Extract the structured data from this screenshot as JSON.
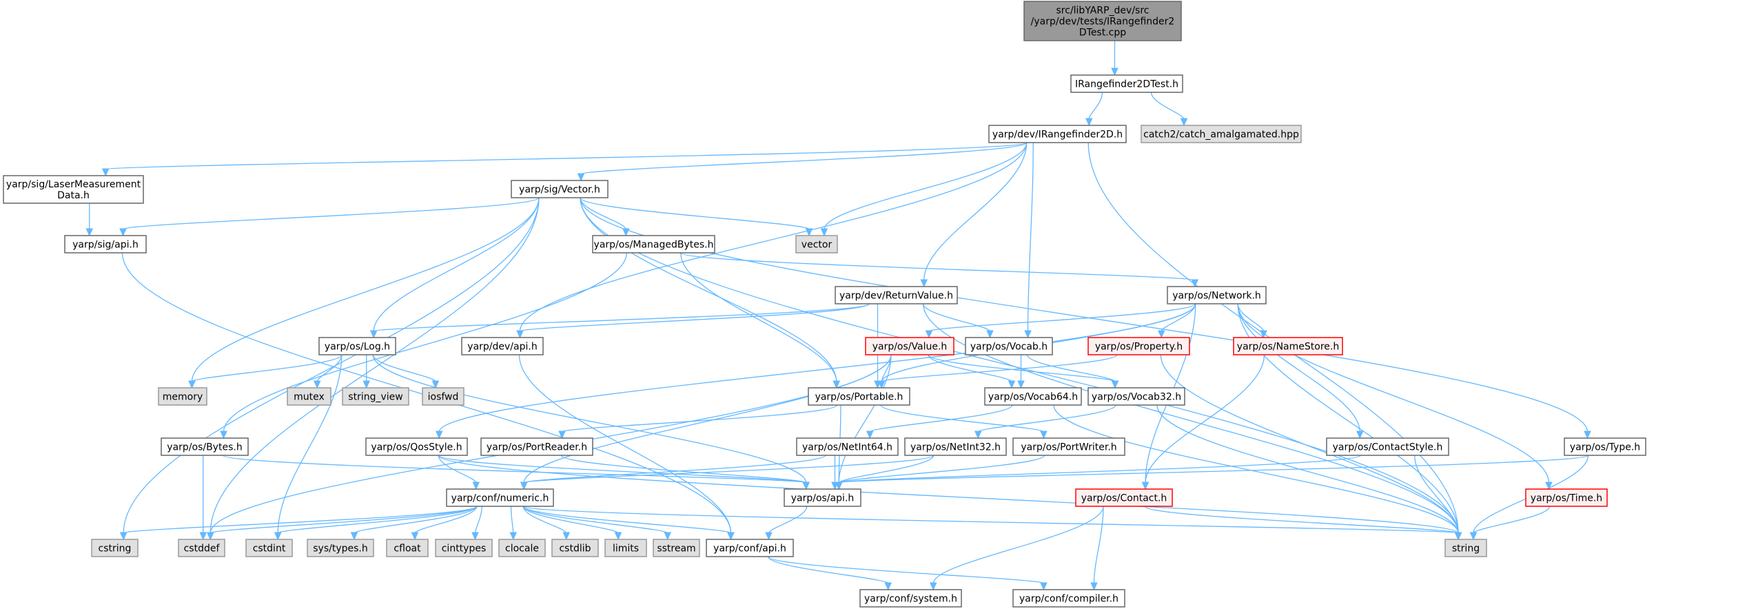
{
  "title": "Include dependency graph for IRangefinder2DTest.cpp",
  "colors": {
    "edge": "#63b8ff",
    "root_fill": "#999999",
    "plain_fill": "#ffffff",
    "system_fill": "#e0e0e0",
    "truncated_fill": "#fff0f0",
    "truncated_stroke": "#ff0000"
  },
  "nodes": [
    {
      "id": "root",
      "label": [
        "src/libYARP_dev/src",
        "/yarp/dev/tests/IRangefinder2",
        "DTest.cpp"
      ],
      "kind": "root"
    },
    {
      "id": "test_h",
      "label": [
        "IRangefinder2DTest.h"
      ],
      "kind": "plain"
    },
    {
      "id": "irange",
      "label": [
        "yarp/dev/IRangefinder2D.h"
      ],
      "kind": "plain"
    },
    {
      "id": "catch2",
      "label": [
        "catch2/catch_amalgamated.hpp"
      ],
      "kind": "system"
    },
    {
      "id": "laser",
      "label": [
        "yarp/sig/LaserMeasurement",
        "Data.h"
      ],
      "kind": "plain"
    },
    {
      "id": "sigapi",
      "label": [
        "yarp/sig/api.h"
      ],
      "kind": "plain"
    },
    {
      "id": "vector_h",
      "label": [
        "yarp/sig/Vector.h"
      ],
      "kind": "plain"
    },
    {
      "id": "vector",
      "label": [
        "vector"
      ],
      "kind": "system"
    },
    {
      "id": "managed",
      "label": [
        "yarp/os/ManagedBytes.h"
      ],
      "kind": "plain"
    },
    {
      "id": "retval",
      "label": [
        "yarp/dev/ReturnValue.h"
      ],
      "kind": "plain"
    },
    {
      "id": "network",
      "label": [
        "yarp/os/Network.h"
      ],
      "kind": "plain"
    },
    {
      "id": "log",
      "label": [
        "yarp/os/Log.h"
      ],
      "kind": "plain"
    },
    {
      "id": "devapi",
      "label": [
        "yarp/dev/api.h"
      ],
      "kind": "plain"
    },
    {
      "id": "value",
      "label": [
        "yarp/os/Value.h"
      ],
      "kind": "truncated"
    },
    {
      "id": "vocab",
      "label": [
        "yarp/os/Vocab.h"
      ],
      "kind": "plain"
    },
    {
      "id": "property",
      "label": [
        "yarp/os/Property.h"
      ],
      "kind": "truncated"
    },
    {
      "id": "namestore",
      "label": [
        "yarp/os/NameStore.h"
      ],
      "kind": "truncated"
    },
    {
      "id": "memory",
      "label": [
        "memory"
      ],
      "kind": "system"
    },
    {
      "id": "mutex",
      "label": [
        "mutex"
      ],
      "kind": "system"
    },
    {
      "id": "string_view",
      "label": [
        "string_view"
      ],
      "kind": "system"
    },
    {
      "id": "iosfwd",
      "label": [
        "iosfwd"
      ],
      "kind": "system"
    },
    {
      "id": "portable",
      "label": [
        "yarp/os/Portable.h"
      ],
      "kind": "plain"
    },
    {
      "id": "vocab64",
      "label": [
        "yarp/os/Vocab64.h"
      ],
      "kind": "plain"
    },
    {
      "id": "vocab32",
      "label": [
        "yarp/os/Vocab32.h"
      ],
      "kind": "plain"
    },
    {
      "id": "bytes",
      "label": [
        "yarp/os/Bytes.h"
      ],
      "kind": "plain"
    },
    {
      "id": "qos",
      "label": [
        "yarp/os/QosStyle.h"
      ],
      "kind": "plain"
    },
    {
      "id": "portreader",
      "label": [
        "yarp/os/PortReader.h"
      ],
      "kind": "plain"
    },
    {
      "id": "netint64",
      "label": [
        "yarp/os/NetInt64.h"
      ],
      "kind": "plain"
    },
    {
      "id": "netint32",
      "label": [
        "yarp/os/NetInt32.h"
      ],
      "kind": "plain"
    },
    {
      "id": "portwriter",
      "label": [
        "yarp/os/PortWriter.h"
      ],
      "kind": "plain"
    },
    {
      "id": "contactstyle",
      "label": [
        "yarp/os/ContactStyle.h"
      ],
      "kind": "plain"
    },
    {
      "id": "type",
      "label": [
        "yarp/os/Type.h"
      ],
      "kind": "plain"
    },
    {
      "id": "numeric",
      "label": [
        "yarp/conf/numeric.h"
      ],
      "kind": "plain"
    },
    {
      "id": "osapi",
      "label": [
        "yarp/os/api.h"
      ],
      "kind": "plain"
    },
    {
      "id": "contact",
      "label": [
        "yarp/os/Contact.h"
      ],
      "kind": "truncated"
    },
    {
      "id": "time",
      "label": [
        "yarp/os/Time.h"
      ],
      "kind": "truncated"
    },
    {
      "id": "cstring",
      "label": [
        "cstring"
      ],
      "kind": "system"
    },
    {
      "id": "cstddef",
      "label": [
        "cstddef"
      ],
      "kind": "system"
    },
    {
      "id": "cstdint",
      "label": [
        "cstdint"
      ],
      "kind": "system"
    },
    {
      "id": "systypes",
      "label": [
        "sys/types.h"
      ],
      "kind": "system"
    },
    {
      "id": "cfloat",
      "label": [
        "cfloat"
      ],
      "kind": "system"
    },
    {
      "id": "cinttypes",
      "label": [
        "cinttypes"
      ],
      "kind": "system"
    },
    {
      "id": "clocale",
      "label": [
        "clocale"
      ],
      "kind": "system"
    },
    {
      "id": "cstdlib",
      "label": [
        "cstdlib"
      ],
      "kind": "system"
    },
    {
      "id": "limits",
      "label": [
        "limits"
      ],
      "kind": "system"
    },
    {
      "id": "sstream",
      "label": [
        "sstream"
      ],
      "kind": "system"
    },
    {
      "id": "confapi",
      "label": [
        "yarp/conf/api.h"
      ],
      "kind": "plain"
    },
    {
      "id": "string",
      "label": [
        "string"
      ],
      "kind": "system"
    },
    {
      "id": "system",
      "label": [
        "yarp/conf/system.h"
      ],
      "kind": "plain"
    },
    {
      "id": "compiler",
      "label": [
        "yarp/conf/compiler.h"
      ],
      "kind": "plain"
    }
  ],
  "edges": [
    [
      "root",
      "test_h"
    ],
    [
      "test_h",
      "irange"
    ],
    [
      "test_h",
      "catch2"
    ],
    [
      "irange",
      "laser"
    ],
    [
      "irange",
      "vector_h"
    ],
    [
      "irange",
      "vector"
    ],
    [
      "irange",
      "devapi"
    ],
    [
      "irange",
      "retval"
    ],
    [
      "irange",
      "vocab"
    ],
    [
      "irange",
      "string"
    ],
    [
      "laser",
      "sigapi"
    ],
    [
      "sigapi",
      "confapi"
    ],
    [
      "vector_h",
      "sigapi"
    ],
    [
      "vector_h",
      "managed"
    ],
    [
      "vector_h",
      "vector"
    ],
    [
      "vector_h",
      "log"
    ],
    [
      "vector_h",
      "portable"
    ],
    [
      "vector_h",
      "cstring"
    ],
    [
      "vector_h",
      "cstddef"
    ],
    [
      "vector_h",
      "memory"
    ],
    [
      "vector_h",
      "type"
    ],
    [
      "vector_h",
      "string"
    ],
    [
      "managed",
      "bytes"
    ],
    [
      "managed",
      "portable"
    ],
    [
      "managed",
      "network"
    ],
    [
      "retval",
      "log"
    ],
    [
      "retval",
      "devapi"
    ],
    [
      "retval",
      "vocab"
    ],
    [
      "retval",
      "portable"
    ],
    [
      "retval",
      "string"
    ],
    [
      "network",
      "value"
    ],
    [
      "network",
      "property"
    ],
    [
      "network",
      "namestore"
    ],
    [
      "network",
      "portable"
    ],
    [
      "network",
      "qos"
    ],
    [
      "network",
      "contactstyle"
    ],
    [
      "network",
      "contact"
    ],
    [
      "network",
      "time"
    ],
    [
      "network",
      "string"
    ],
    [
      "log",
      "memory"
    ],
    [
      "log",
      "mutex"
    ],
    [
      "log",
      "string_view"
    ],
    [
      "log",
      "iosfwd"
    ],
    [
      "log",
      "cstdint"
    ],
    [
      "log",
      "osapi"
    ],
    [
      "devapi",
      "confapi"
    ],
    [
      "value",
      "portable"
    ],
    [
      "value",
      "vocab64"
    ],
    [
      "value",
      "vocab32"
    ],
    [
      "value",
      "numeric"
    ],
    [
      "value",
      "cstddef"
    ],
    [
      "value",
      "osapi"
    ],
    [
      "vocab",
      "vocab64"
    ],
    [
      "vocab",
      "vocab32"
    ],
    [
      "property",
      "portable"
    ],
    [
      "property",
      "string"
    ],
    [
      "namestore",
      "contact"
    ],
    [
      "portable",
      "portreader"
    ],
    [
      "portable",
      "portwriter"
    ],
    [
      "portable",
      "osapi"
    ],
    [
      "vocab64",
      "netint64"
    ],
    [
      "vocab64",
      "string"
    ],
    [
      "vocab32",
      "netint32"
    ],
    [
      "vocab32",
      "string"
    ],
    [
      "bytes",
      "cstddef"
    ],
    [
      "bytes",
      "osapi"
    ],
    [
      "qos",
      "numeric"
    ],
    [
      "qos",
      "osapi"
    ],
    [
      "qos",
      "string"
    ],
    [
      "portreader",
      "osapi"
    ],
    [
      "netint64",
      "numeric"
    ],
    [
      "netint64",
      "osapi"
    ],
    [
      "netint32",
      "numeric"
    ],
    [
      "netint32",
      "osapi"
    ],
    [
      "portwriter",
      "osapi"
    ],
    [
      "contactstyle",
      "osapi"
    ],
    [
      "contactstyle",
      "string"
    ],
    [
      "type",
      "osapi"
    ],
    [
      "type",
      "string"
    ],
    [
      "numeric",
      "cstring"
    ],
    [
      "numeric",
      "cstddef"
    ],
    [
      "numeric",
      "cstdint"
    ],
    [
      "numeric",
      "systypes"
    ],
    [
      "numeric",
      "cfloat"
    ],
    [
      "numeric",
      "cinttypes"
    ],
    [
      "numeric",
      "clocale"
    ],
    [
      "numeric",
      "cstdlib"
    ],
    [
      "numeric",
      "limits"
    ],
    [
      "numeric",
      "sstream"
    ],
    [
      "numeric",
      "confapi"
    ],
    [
      "numeric",
      "string"
    ],
    [
      "osapi",
      "confapi"
    ],
    [
      "contact",
      "system"
    ],
    [
      "contact",
      "compiler"
    ],
    [
      "contact",
      "string"
    ],
    [
      "time",
      "string"
    ],
    [
      "confapi",
      "system"
    ],
    [
      "confapi",
      "compiler"
    ]
  ]
}
